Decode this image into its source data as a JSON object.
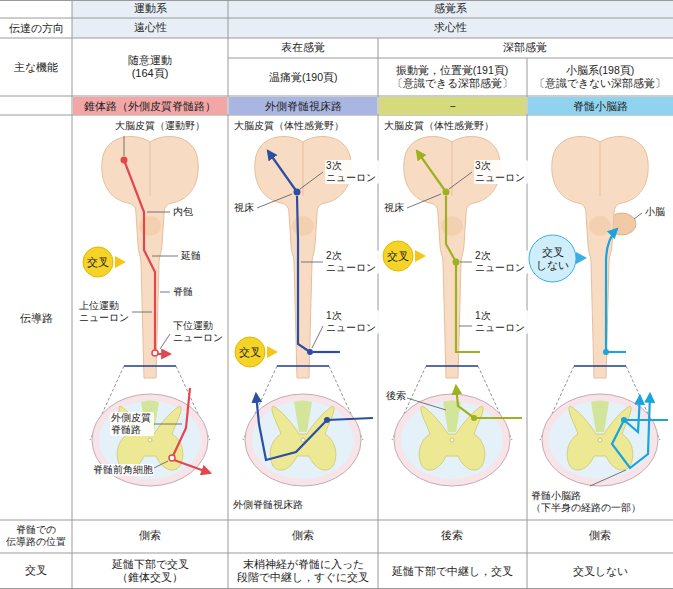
{
  "diagram": {
    "nodes": [
      {
        "text": [
          "錐体路（外側皮質脊髄路）"
        ]
      },
      {
        "text": [
          "外側脊髄視床路"
        ]
      },
      {
        "text": [
          "−"
        ]
      },
      {
        "text": [
          "脊髄小脳路"
        ]
      },
      {
        "text": [
          "交叉"
        ]
      },
      {
        "text": [
          "交叉"
        ]
      },
      {
        "text": [
          "交叉"
        ]
      },
      {
        "text": [
          "交叉 しない"
        ]
      }
    ],
    "labels": [
      "運動系",
      "感覚系",
      "伝達の方向",
      "遠心性",
      "求心性",
      "主な機能",
      "随意運動 (164頁)",
      "表在感覚",
      "深部感覚",
      "温痛覚(190頁)",
      "振動覚，位置覚(191頁) 〔意識できる深部感覚〕",
      "小脳系(198頁) 〔意識できない深部感覚〕",
      "伝導路",
      "大脳皮質（運動野）",
      "内包",
      "延髄",
      "脊髄",
      "上位運動 ニューロン",
      "下位運動 ニューロン",
      "外側皮質 脊髄路",
      "脊髄前角細胞",
      "大脳皮質（体性感覚野）",
      "視床",
      "3次 ニューロン",
      "2次 ニューロン",
      "1次 ニューロン",
      "外側脊髄視床路",
      "大脳皮質（体性感覚野）",
      "視床",
      "3次 ニューロン",
      "2次 ニューロン",
      "1次 ニューロン",
      "後索",
      "小脳",
      "脊髄小脳路 （下半身の経路の一部）",
      "脊髄での 伝導路の位置",
      "側索",
      "側索",
      "後索",
      "側索",
      "交叉",
      "延髄下部で交叉 （錐体交叉）",
      "末梢神経が脊髄に入った 段階で中継し，すぐに交叉",
      "延髄下部で中継し，交叉",
      "交叉しない"
    ]
  }
}
